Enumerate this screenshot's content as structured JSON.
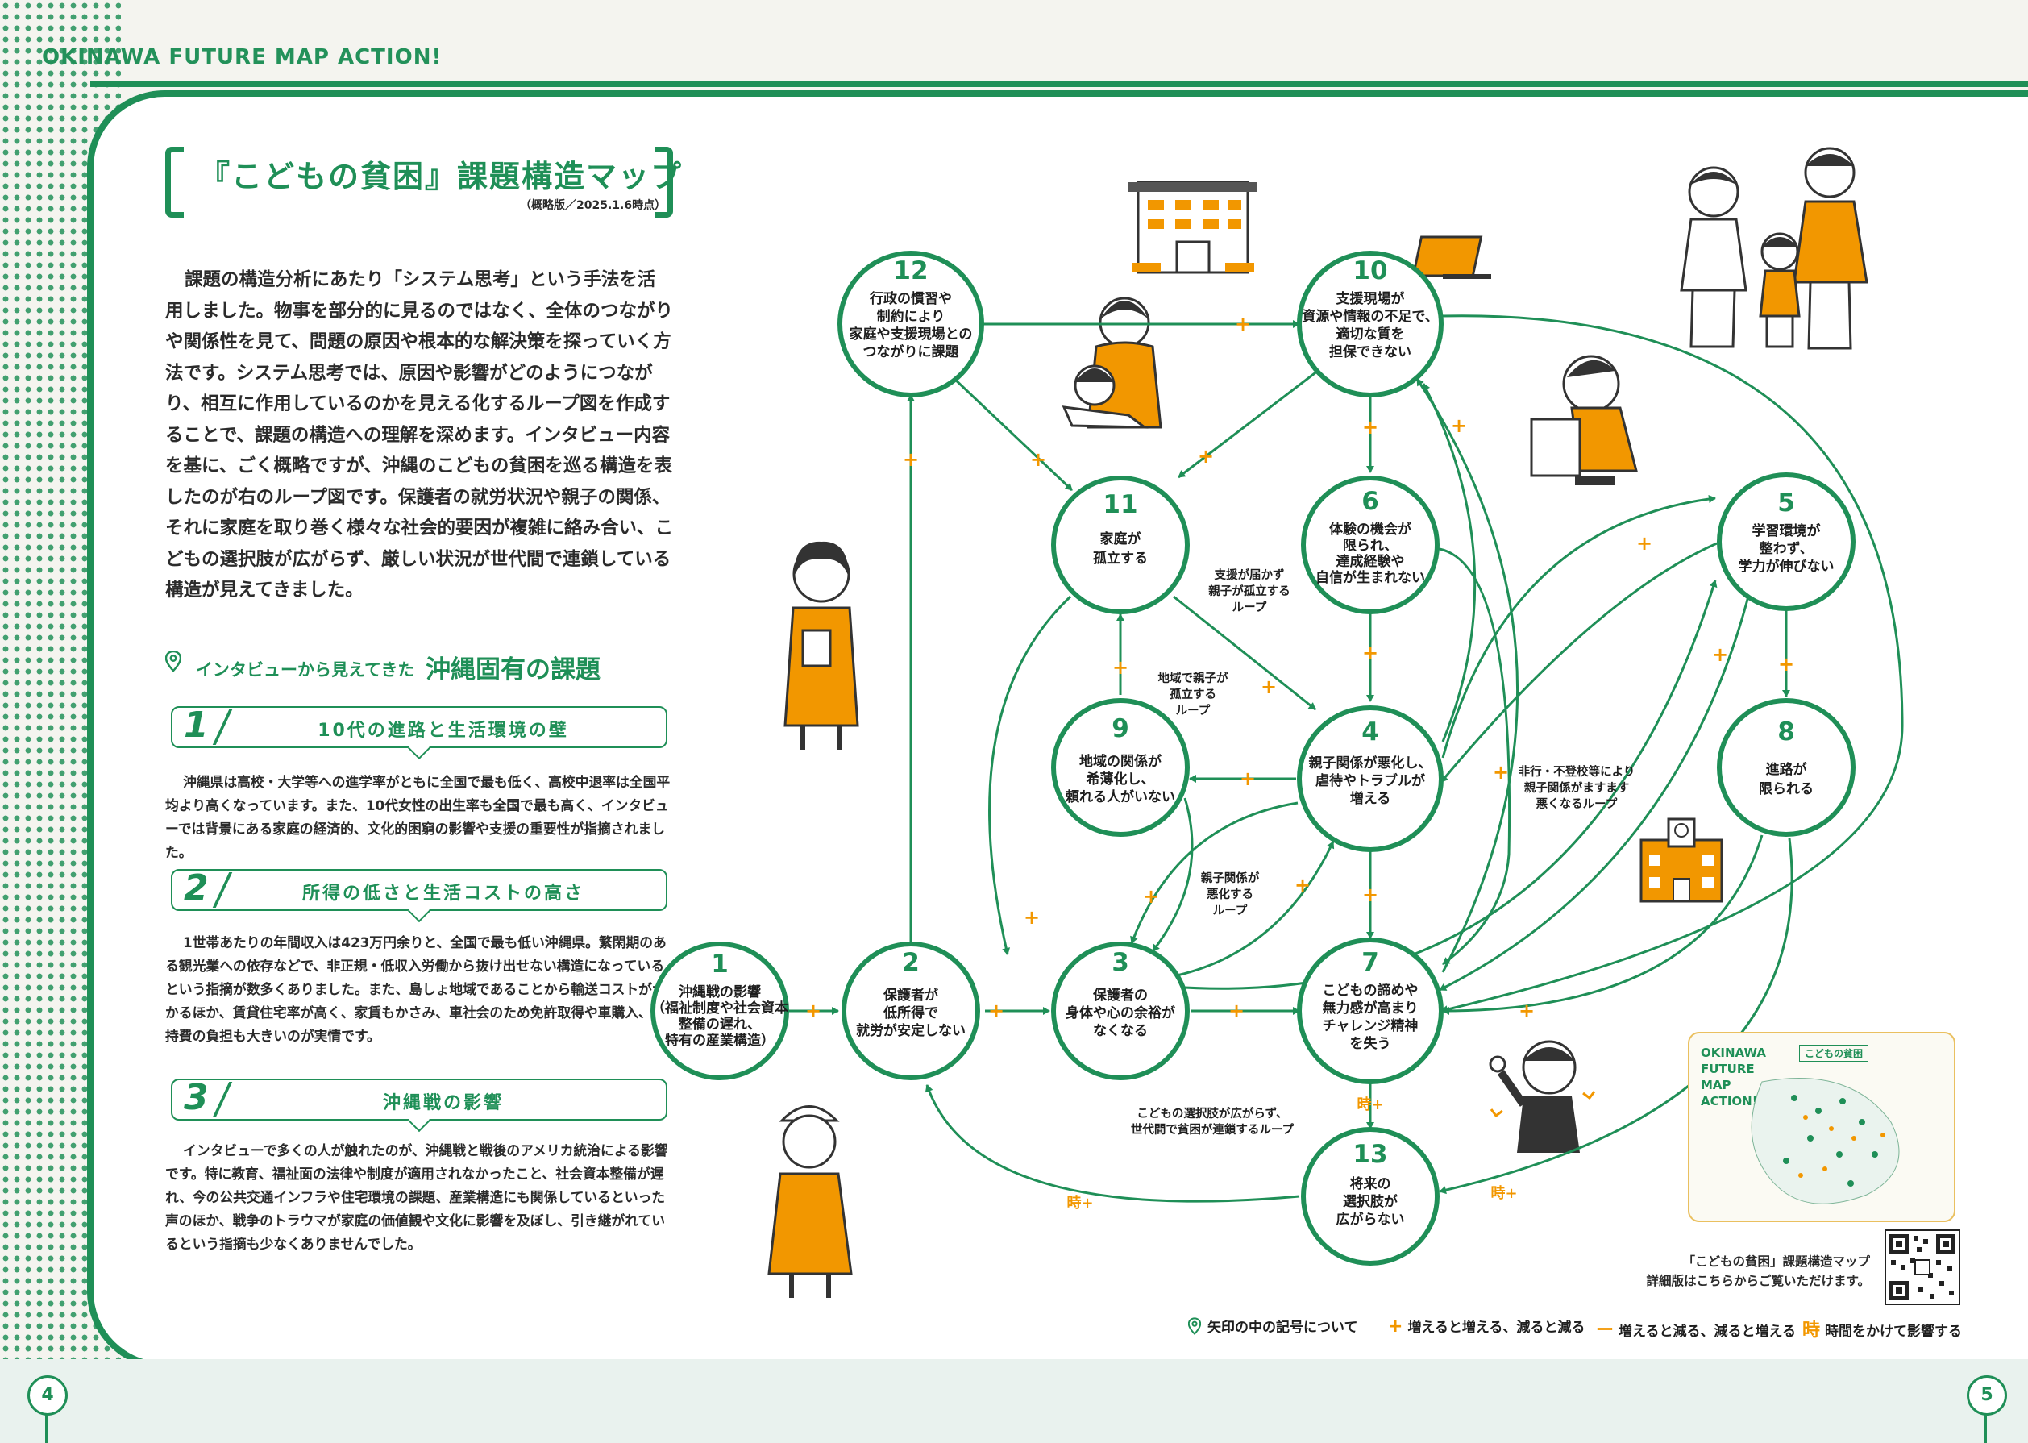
{
  "brand": {
    "text": "OKINAWA FUTURE MAP ACTION!",
    "accent_color": "#1f8f57",
    "secondary_color": "#f29700"
  },
  "pages": {
    "left": "4",
    "right": "5"
  },
  "title": {
    "text": "『こどもの貧困』課題構造マップ",
    "date": "（概略版／2025.1.6時点）"
  },
  "intro": "課題の構造分析にあたり「システム思考」という手法を活用しました。物事を部分的に見るのではなく、全体のつながりや関係性を見て、問題の原因や根本的な解決策を探っていく方法です。システム思考では、原因や影響がどのようにつながり、相互に作用しているのかを見える化するループ図を作成することで、課題の構造への理解を深めます。インタビュー内容を基に、ごく概略ですが、沖縄のこどもの貧困を巡る構造を表したのが右のループ図です。保護者の就労状況や親子の関係、それに家庭を取り巻く様々な社会的要因が複雑に絡み合い、こどもの選択肢が広がらず、厳しい状況が世代間で連鎖している構造が見えてきました。",
  "section": {
    "prefix": "インタビューから見えてきた",
    "title": "沖縄固有の課題",
    "icon": "map-pin-icon"
  },
  "issues": [
    {
      "num": "1",
      "title": "10代の進路と生活環境の壁",
      "body": "沖縄県は高校・大学等への進学率がともに全国で最も低く、高校中退率は全国平均より高くなっています。また、10代女性の出生率も全国で最も高く、インタビューでは背景にある家庭の経済的、文化的困窮の影響や支援の重要性が指摘されました。"
    },
    {
      "num": "2",
      "title": "所得の低さと生活コストの高さ",
      "body": "1世帯あたりの年間収入は423万円余りと、全国で最も低い沖縄県。繁閑期のある観光業への依存などで、非正規・低収入労働から抜け出せない構造になっているという指摘が数多くありました。また、島しょ地域であることから輸送コストがかかるほか、賃貸住宅率が高く、家賃もかさみ、車社会のため免許取得や車購入、維持費の負担も大きいのが実情です。"
    },
    {
      "num": "3",
      "title": "沖縄戦の影響",
      "body": "インタビューで多くの人が触れたのが、沖縄戦と戦後のアメリカ統治による影響です。特に教育、福祉面の法律や制度が適用されなかったこと、社会資本整備が遅れ、今の公共交通インフラや住宅環境の課題、産業構造にも関係しているといった声のほか、戦争のトラウマが家庭の価値観や文化に影響を及ぼし、引き継がれているという指摘も少なくありませんでした。"
    }
  ],
  "nodes": [
    {
      "id": "1",
      "lines": [
        "沖縄戦の影響",
        "（福祉制度や社会資本",
        "整備の遅れ、",
        "特有の産業構造）"
      ]
    },
    {
      "id": "2",
      "lines": [
        "保護者が",
        "低所得で",
        "就労が安定しない"
      ]
    },
    {
      "id": "3",
      "lines": [
        "保護者の",
        "身体や心の余裕が",
        "なくなる"
      ]
    },
    {
      "id": "4",
      "lines": [
        "親子関係が悪化し、",
        "虐待やトラブルが",
        "増える"
      ]
    },
    {
      "id": "5",
      "lines": [
        "学習環境が",
        "整わず、",
        "学力が伸びない"
      ]
    },
    {
      "id": "6",
      "lines": [
        "体験の機会が",
        "限られ、",
        "達成経験や",
        "自信が生まれない"
      ]
    },
    {
      "id": "7",
      "lines": [
        "こどもの諦めや",
        "無力感が高まり",
        "チャレンジ精神",
        "を失う"
      ]
    },
    {
      "id": "8",
      "lines": [
        "進路が",
        "限られる"
      ]
    },
    {
      "id": "9",
      "lines": [
        "地域の関係が",
        "希薄化し、",
        "頼れる人がいない"
      ]
    },
    {
      "id": "10",
      "lines": [
        "支援現場が",
        "資源や情報の不足で、",
        "適切な質を",
        "担保できない"
      ]
    },
    {
      "id": "11",
      "lines": [
        "家庭が",
        "孤立する"
      ]
    },
    {
      "id": "12",
      "lines": [
        "行政の慣習や",
        "制約により",
        "家庭や支援現場との",
        "つながりに課題"
      ]
    },
    {
      "id": "13",
      "lines": [
        "将来の",
        "選択肢が",
        "広がらない"
      ]
    }
  ],
  "loops": [
    {
      "id": "support-isolation",
      "lines": [
        "支援が届かず",
        "親子が孤立する",
        "ループ"
      ]
    },
    {
      "id": "community-isolation",
      "lines": [
        "地域で親子が",
        "孤立する",
        "ループ"
      ]
    },
    {
      "id": "parent-child",
      "lines": [
        "親子関係が",
        "悪化する",
        "ループ"
      ]
    },
    {
      "id": "delinquency",
      "lines": [
        "非行・不登校等により",
        "親子関係がますます",
        "悪くなるループ"
      ]
    },
    {
      "id": "generational",
      "lines": [
        "こどもの選択肢が広がらず、",
        "世代間で貧困が連鎖するループ"
      ]
    }
  ],
  "link_symbols": {
    "same": "+",
    "delay_same": "時+"
  },
  "legend": {
    "title": "矢印の中の記号について",
    "items": [
      {
        "sym": "+",
        "text": "増えると増える、減ると減る"
      },
      {
        "sym": "ー",
        "text": "増えると減る、減ると増える"
      },
      {
        "sym": "時",
        "text": "時間をかけて影響する"
      }
    ]
  },
  "qr": {
    "caption": [
      "「こどもの貧困」課題構造マップ",
      "詳細版はこちらからご覧いただけます。"
    ]
  },
  "thumb": {
    "brand_lines": [
      "OKINAWA",
      "FUTURE",
      "MAP",
      "ACTION!"
    ],
    "title": "こどもの貧困"
  }
}
